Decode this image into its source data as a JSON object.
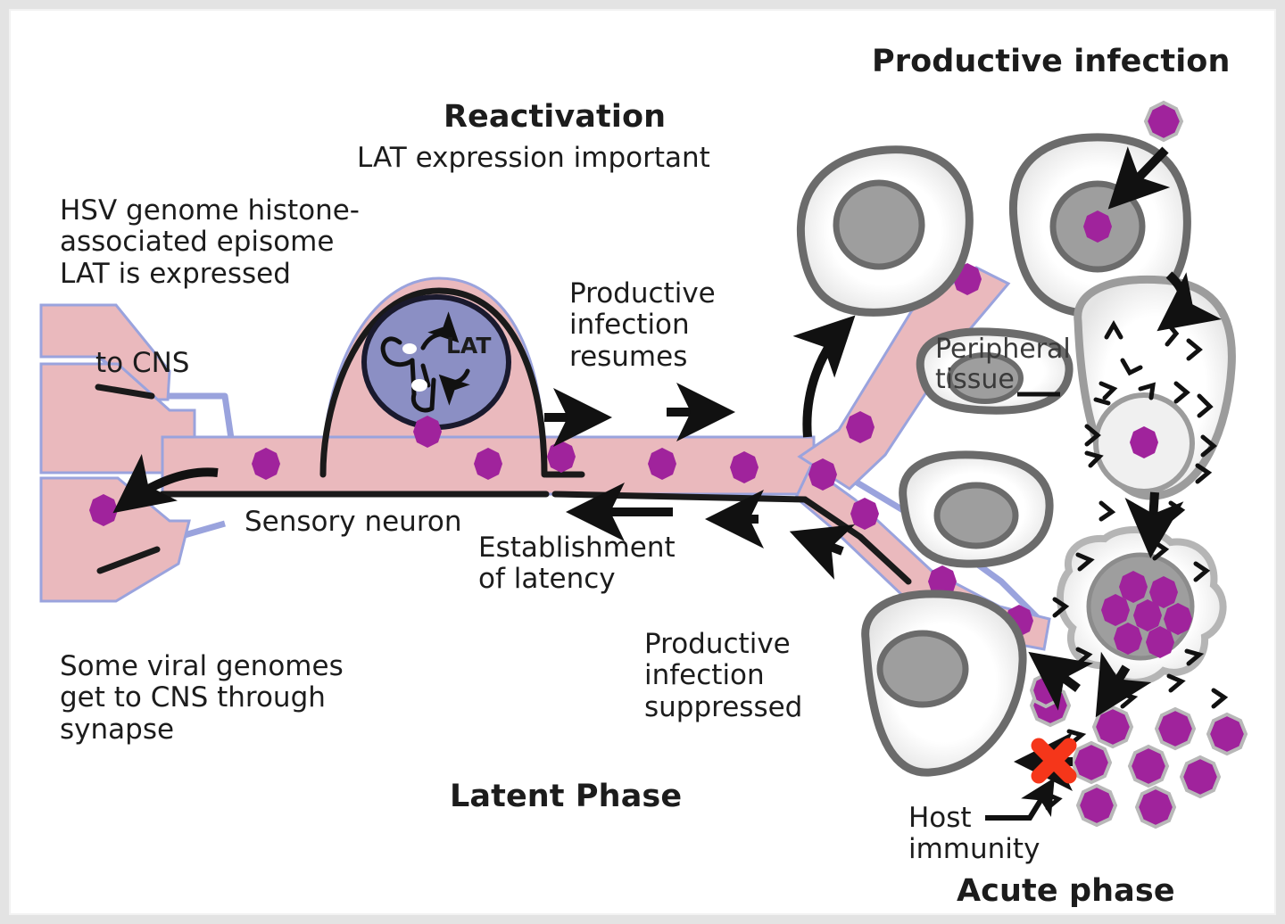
{
  "figure": {
    "topic": "HSV latency and reactivation in a sensory neuron",
    "background_color": "#ffffff",
    "frame_color": "#e3e3e3"
  },
  "colors": {
    "neuron_cytoplasm": "#eab9bd",
    "neuron_membrane": "#9aa3dd",
    "nucleus_fill": "#8b8fc4",
    "nucleus_stroke": "#1a1a2e",
    "virion_fill": "#a0239c",
    "virion_rim": "#b3b3b3",
    "cell_stroke": "#6b6b6b",
    "cell_fill": "#ffffff",
    "cell_nucleus": "#9e9e9e",
    "immunity_x": "#f5361a",
    "ink": "#1c1c1c"
  },
  "headings": {
    "reactivation": "Reactivation",
    "reactivation_sub": "LAT expression important",
    "productive_infection": "Productive infection",
    "latent_phase": "Latent Phase",
    "acute_phase": "Acute phase"
  },
  "annotations": {
    "genome_note": "HSV genome histone-\nassociated episome\nLAT is expressed",
    "to_cns": "to CNS",
    "sensory_neuron": "Sensory neuron",
    "productive_resumes": "Productive\ninfection\nresumes",
    "establishment_latency": "Establishment\nof latency",
    "productive_suppressed": "Productive\ninfection\nsuppressed",
    "cns_synapse_note": "Some viral genomes\nget to CNS through\nsynapse",
    "peripheral_tissue": "Peripheral\ntissue",
    "host_immunity": "Host\nimmunity",
    "lat_label": "LAT"
  },
  "diagram_elements": {
    "neuron": {
      "label": "sensory-neuron",
      "parts": [
        "axon-terminal-cns",
        "axon-shaft",
        "soma-cell-body",
        "nucleus-with-episome",
        "peripheral-nerve-ending"
      ]
    },
    "virion_count_in_axon": 11,
    "epithelial_cells": 5,
    "free_virions_extracellular": 10,
    "icons": {
      "arrow_right": "arrow-right-icon",
      "arrow_left": "arrow-left-icon",
      "red_x": "blocked-x-icon",
      "virion": "virion-icon",
      "episome": "circular-episome-icon"
    }
  }
}
